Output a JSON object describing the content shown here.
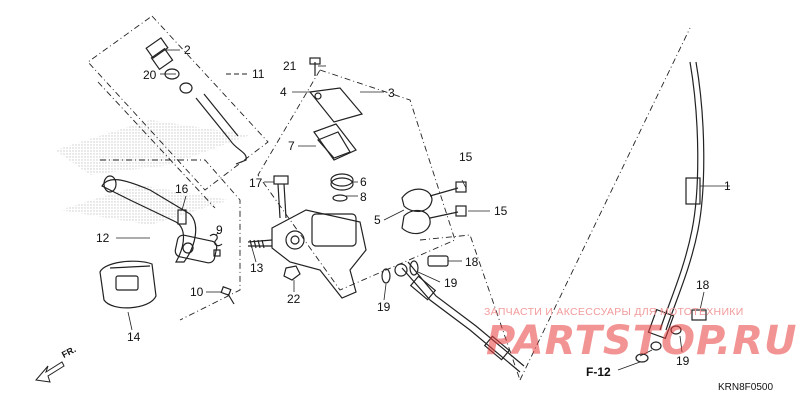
{
  "callouts": {
    "n1": "1",
    "n2": "2",
    "n3": "3",
    "n4": "4",
    "n5": "5",
    "n6": "6",
    "n7": "7",
    "n8": "8",
    "n9": "9",
    "n10": "10",
    "n11": "11",
    "n12": "12",
    "n13": "13",
    "n14": "14",
    "n15a": "15",
    "n15b": "15",
    "n16": "16",
    "n17": "17",
    "n18a": "18",
    "n18b": "18",
    "n19a": "19",
    "n19b": "19",
    "n19c": "19",
    "n20": "20",
    "n21": "21",
    "n22": "22"
  },
  "reference": {
    "fref": "F-12"
  },
  "direction": {
    "front": "FR."
  },
  "watermark": {
    "tagline": "ЗАПЧАСТИ И АКСЕССУАРЫ ДЛЯ МОТОТЕХНИКИ",
    "brand": "PARTSTOP.RU"
  },
  "diagram_code": "KRN8F0500",
  "colors": {
    "line": "#222222",
    "watermark": "#e83c3c",
    "background": "#ffffff"
  }
}
